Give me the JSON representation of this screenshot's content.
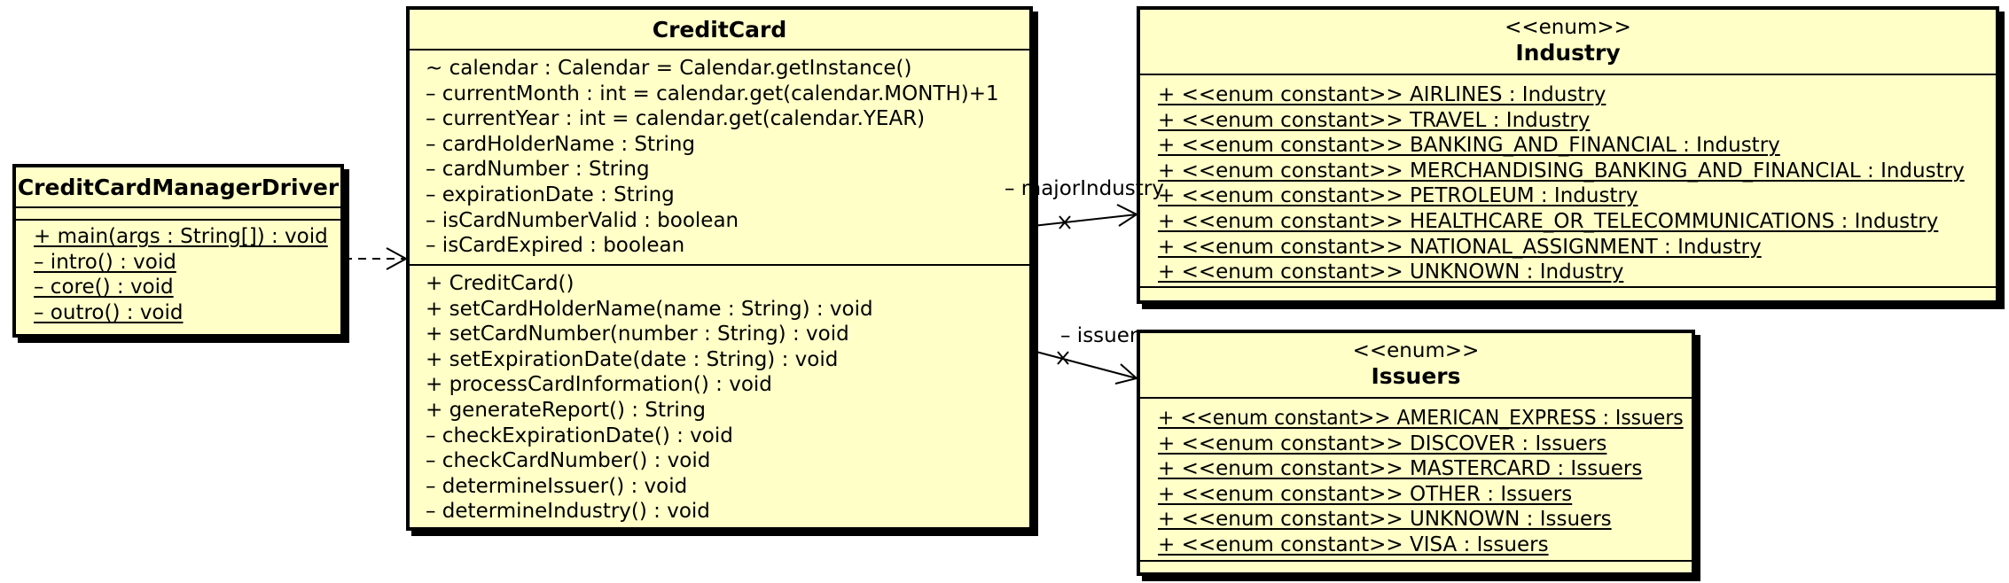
{
  "driver": {
    "name": "CreditCardManagerDriver",
    "operations": [
      "+ main(args : String[]) : void",
      "– intro() : void",
      "– core() : void",
      "– outro() : void"
    ]
  },
  "credit_card": {
    "name": "CreditCard",
    "attributes": [
      "~ calendar : Calendar = Calendar.getInstance()",
      "– currentMonth : int = calendar.get(calendar.MONTH)+1",
      "– currentYear : int = calendar.get(calendar.YEAR)",
      "– cardHolderName : String",
      "– cardNumber : String",
      "– expirationDate : String",
      "– isCardNumberValid : boolean",
      "– isCardExpired : boolean"
    ],
    "operations": [
      "+ CreditCard()",
      "+ setCardHolderName(name : String) : void",
      "+ setCardNumber(number : String) : void",
      "+ setExpirationDate(date : String) : void",
      "+ processCardInformation() : void",
      "+ generateReport() : String",
      "– checkExpirationDate() : void",
      "– checkCardNumber() : void",
      "– determineIssuer() : void",
      "– determineIndustry() : void"
    ]
  },
  "industry": {
    "stereotype": "<<enum>>",
    "name": "Industry",
    "constants": [
      "+ <<enum constant>> AIRLINES : Industry",
      "+ <<enum constant>> TRAVEL : Industry",
      "+ <<enum constant>> BANKING_AND_FINANCIAL : Industry",
      "+ <<enum constant>> MERCHANDISING_BANKING_AND_FINANCIAL : Industry",
      "+ <<enum constant>> PETROLEUM : Industry",
      "+ <<enum constant>> HEALTHCARE_OR_TELECOMMUNICATIONS : Industry",
      "+ <<enum constant>> NATIONAL_ASSIGNMENT : Industry",
      "+ <<enum constant>> UNKNOWN : Industry"
    ]
  },
  "issuers": {
    "stereotype": "<<enum>>",
    "name": "Issuers",
    "constants": [
      "+ <<enum constant>> AMERICAN_EXPRESS : Issuers",
      "+ <<enum constant>> DISCOVER : Issuers",
      "+ <<enum constant>> MASTERCARD : Issuers",
      "+ <<enum constant>> OTHER : Issuers",
      "+ <<enum constant>> UNKNOWN : Issuers",
      "+ <<enum constant>> VISA : Issuers"
    ]
  },
  "relations": {
    "major_industry_label": "– majorIndustry",
    "issuer_label": "– issuer"
  }
}
